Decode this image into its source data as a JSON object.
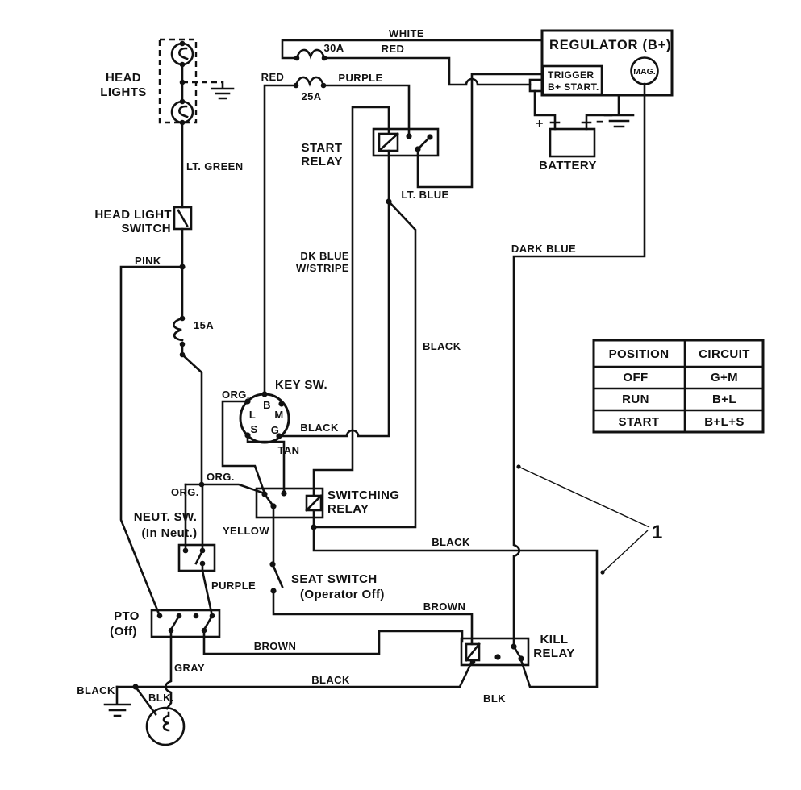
{
  "diagram": {
    "head_lights": {
      "line1": "HEAD",
      "line2": "LIGHTS"
    },
    "head_light_switch": {
      "line1": "HEAD LIGHT",
      "line2": "SWITCH"
    },
    "regulator": {
      "title": "REGULATOR (B+)",
      "trigger_line1": "TRIGGER",
      "trigger_line2": "B+ START.",
      "mag": "MAG."
    },
    "battery": {
      "label": "BATTERY",
      "plus": "+",
      "minus": "−"
    },
    "start_relay": {
      "line1": "START",
      "line2": "RELAY"
    },
    "switching_relay": {
      "line1": "SWITCHING",
      "line2": "RELAY"
    },
    "kill_relay": {
      "line1": "KILL",
      "line2": "RELAY"
    },
    "neut_switch": {
      "line1": "NEUT. SW.",
      "line2": "(In Neut.)"
    },
    "seat_switch": {
      "line1": "SEAT SWITCH",
      "line2": "(Operator Off)"
    },
    "pto": {
      "line1": "PTO",
      "line2": "(Off)"
    },
    "key_switch": {
      "label": "KEY SW.",
      "terminals": [
        "B",
        "M",
        "L",
        "S",
        "G"
      ]
    },
    "fuses": {
      "f30": "30A",
      "f25": "25A",
      "f15": "15A"
    },
    "wire_labels": {
      "white": "WHITE",
      "red_top": "RED",
      "red_left": "RED",
      "purple_top": "PURPLE",
      "lt_blue": "LT. BLUE",
      "lt_green": "LT. GREEN",
      "dk_blue_1": "DK BLUE",
      "dk_blue_2": "W/STRIPE",
      "dark_blue": "DARK BLUE",
      "black_mid": "BLACK",
      "pink": "PINK",
      "org_1": "ORG.",
      "org_2": "ORG.",
      "org_3": "ORG.",
      "black_key": "BLACK",
      "tan": "TAN",
      "yellow": "YELLOW",
      "purple_low": "PURPLE",
      "black_seat": "BLACK",
      "brown_seat": "BROWN",
      "brown_pto": "BROWN",
      "gray": "GRAY",
      "black_ground": "BLACK",
      "blk_lamp": "BLK.",
      "black_bottom": "BLACK",
      "blk_kill": "BLK"
    },
    "callout": {
      "num": "1"
    },
    "table": {
      "headers": [
        "POSITION",
        "CIRCUIT"
      ],
      "rows": [
        [
          "OFF",
          "G+M"
        ],
        [
          "RUN",
          "B+L"
        ],
        [
          "START",
          "B+L+S"
        ]
      ]
    }
  }
}
